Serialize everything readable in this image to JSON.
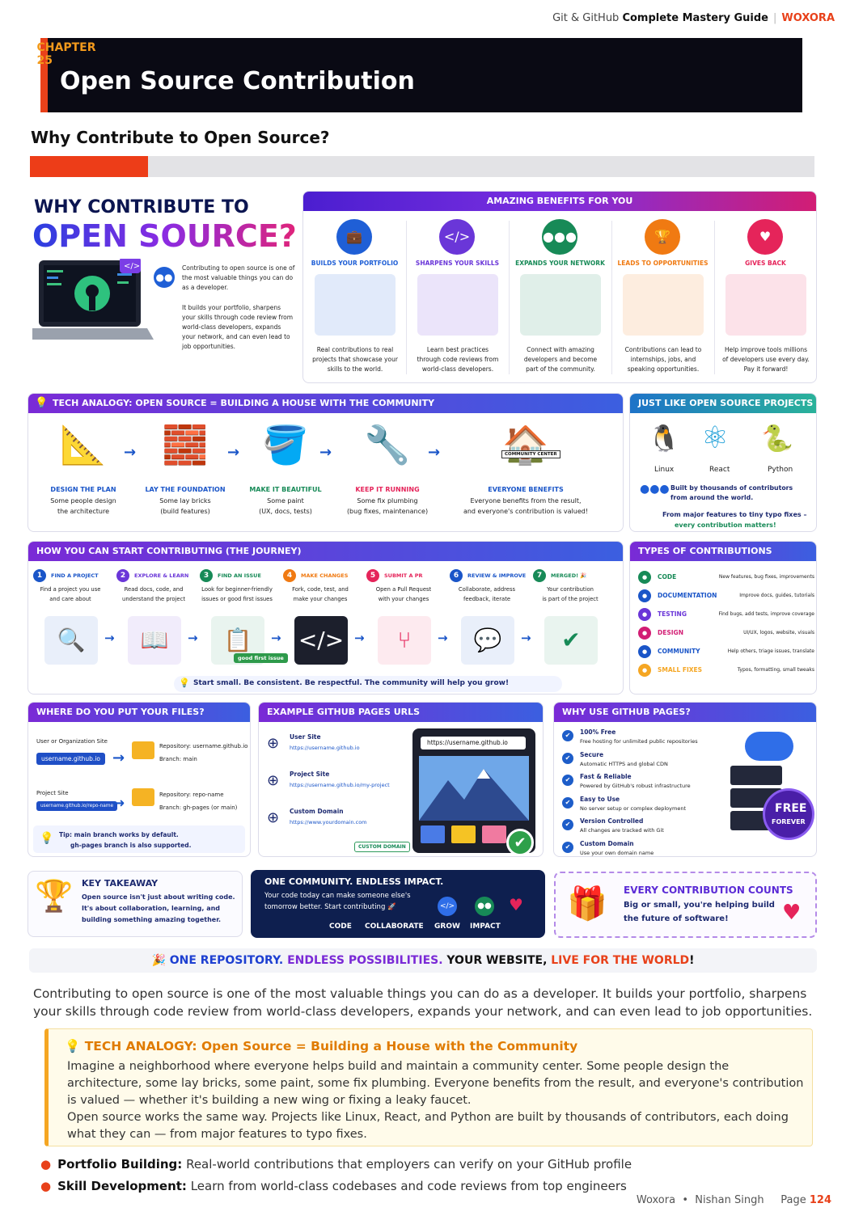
{
  "header": {
    "prefix": "Git & GitHub",
    "bold": "Complete Mastery Guide",
    "brand": "WOXORA"
  },
  "chapter": {
    "number": "CHAPTER 25",
    "title": "Open Source Contribution"
  },
  "section_title": "Why Contribute to Open Source?",
  "progress": 0.15,
  "hero": {
    "line1": "WHY CONTRIBUTE TO",
    "line2": "OPEN SOURCE?",
    "p1": "Contributing to open source is one of the most valuable things you can do as a developer.",
    "p2": "It builds your portfolio, sharpens your skills through code review from world-class developers, expands your network, and can even lead to job opportunities."
  },
  "benefits": {
    "title": "AMAZING BENEFITS FOR YOU",
    "items": [
      {
        "label": "BUILDS YOUR PORTFOLIO",
        "desc": "Real contributions to real projects that showcase your skills to the world.",
        "icon": "briefcase-icon",
        "color": "#1f5fd6"
      },
      {
        "label": "SHARPENS YOUR SKILLS",
        "desc": "Learn best practices through code reviews from world-class developers.",
        "icon": "code-icon",
        "color": "#6a36d8"
      },
      {
        "label": "EXPANDS YOUR NETWORK",
        "desc": "Connect with amazing developers and become part of the community.",
        "icon": "network-icon",
        "color": "#178a57"
      },
      {
        "label": "LEADS TO OPPORTUNITIES",
        "desc": "Contributions can lead to internships, jobs, and speaking opportunities.",
        "icon": "trophy-icon",
        "color": "#f07a12"
      },
      {
        "label": "GIVES BACK",
        "desc": "Help improve tools millions of developers use every day. Pay it forward!",
        "icon": "heart-icon",
        "color": "#e5245a"
      }
    ]
  },
  "analogy": {
    "title": "TECH ANALOGY: OPEN SOURCE = BUILDING A HOUSE WITH THE COMMUNITY",
    "steps": [
      {
        "label": "DESIGN THE PLAN",
        "l1": "Some people design",
        "l2": "the architecture",
        "color": "#1a55c8"
      },
      {
        "label": "LAY THE FOUNDATION",
        "l1": "Some lay bricks",
        "l2": "(build features)",
        "color": "#1a55c8"
      },
      {
        "label": "MAKE IT BEAUTIFUL",
        "l1": "Some paint",
        "l2": "(UX, docs, tests)",
        "color": "#178a57"
      },
      {
        "label": "KEEP IT RUNNING",
        "l1": "Some fix plumbing",
        "l2": "(bug fixes, maintenance)",
        "color": "#e5245a"
      },
      {
        "label": "EVERYONE BENEFITS",
        "l1": "Everyone benefits from the result,",
        "l2": "and everyone's contribution is valued!",
        "color": "#1a55c8"
      }
    ],
    "house_sign": "COMMUNITY CENTER"
  },
  "projects": {
    "title": "JUST LIKE OPEN SOURCE PROJECTS",
    "items": [
      "Linux",
      "React",
      "Python"
    ],
    "built": "Built by thousands of contributors from around the world.",
    "note1": "From major features to tiny typo fixes –",
    "note2": "every contribution matters!"
  },
  "journey": {
    "title": "HOW YOU CAN START CONTRIBUTING (THE JOURNEY)",
    "steps": [
      {
        "n": "1",
        "label": "FIND A PROJECT",
        "l1": "Find a project you use",
        "l2": "and care about",
        "color": "#1a55c8"
      },
      {
        "n": "2",
        "label": "EXPLORE & LEARN",
        "l1": "Read docs, code, and",
        "l2": "understand the project",
        "color": "#6a36d8"
      },
      {
        "n": "3",
        "label": "FIND AN ISSUE",
        "l1": "Look for beginner-friendly",
        "l2": "issues or good first issues",
        "color": "#178a57"
      },
      {
        "n": "4",
        "label": "MAKE CHANGES",
        "l1": "Fork, code, test, and",
        "l2": "make your changes",
        "color": "#f07a12"
      },
      {
        "n": "5",
        "label": "SUBMIT A PR",
        "l1": "Open a Pull Request",
        "l2": "with your changes",
        "color": "#e5245a"
      },
      {
        "n": "6",
        "label": "REVIEW & IMPROVE",
        "l1": "Collaborate, address",
        "l2": "feedback, iterate",
        "color": "#1a55c8"
      },
      {
        "n": "7",
        "label": "MERGED! 🎉",
        "l1": "Your contribution",
        "l2": "is part of the project",
        "color": "#178a57"
      }
    ],
    "issue_tag": "good first issue",
    "tip": "Start small. Be consistent. Be respectful. The community will help you grow!"
  },
  "types": {
    "title": "TYPES OF CONTRIBUTIONS",
    "items": [
      {
        "name": "CODE",
        "desc": "New features, bug fixes, improvements",
        "color": "#178a57"
      },
      {
        "name": "DOCUMENTATION",
        "desc": "Improve docs, guides, tutorials",
        "color": "#1a55c8"
      },
      {
        "name": "TESTING",
        "desc": "Find bugs, add tests, improve coverage",
        "color": "#6a36d8"
      },
      {
        "name": "DESIGN",
        "desc": "UI/UX, logos, website, visuals",
        "color": "#d21d74"
      },
      {
        "name": "COMMUNITY",
        "desc": "Help others, triage issues, translate",
        "color": "#1a55c8"
      },
      {
        "name": "SMALL FIXES",
        "desc": "Typos, formatting, small tweaks",
        "color": "#f5a623"
      }
    ]
  },
  "files": {
    "title": "WHERE DO YOU PUT YOUR FILES?",
    "user_site": "User or Organization Site",
    "user_badge": "username.github.io",
    "user_repo": "Repository: username.github.io",
    "user_branch": "Branch:  main",
    "project_site": "Project Site",
    "project_badge": "username.github.io/repo-name",
    "project_repo": "Repository: repo-name",
    "project_branch": "Branch:  gh-pages (or main)",
    "tip1": "Tip: main branch works by default.",
    "tip2": "gh-pages branch is also supported."
  },
  "urls": {
    "title": "EXAMPLE GITHUB PAGES URLS",
    "items": [
      {
        "name": "User Site",
        "url": "https://username.github.io"
      },
      {
        "name": "Project Site",
        "url": "https://username.github.io/my-project"
      },
      {
        "name": "Custom Domain",
        "url": "https://www.yourdomain.com"
      }
    ],
    "badge": "CUSTOM DOMAIN",
    "browser_url": "https://username.github.io"
  },
  "why": {
    "title": "WHY USE GITHUB PAGES?",
    "items": [
      {
        "name": "100% Free",
        "desc": "Free hosting for unlimited public repositories"
      },
      {
        "name": "Secure",
        "desc": "Automatic HTTPS and global CDN"
      },
      {
        "name": "Fast & Reliable",
        "desc": "Powered by GitHub's robust infrastructure"
      },
      {
        "name": "Easy to Use",
        "desc": "No server setup or complex deployment"
      },
      {
        "name": "Version Controlled",
        "desc": "All changes are tracked with Git"
      },
      {
        "name": "Custom Domain",
        "desc": "Use your own domain name"
      }
    ],
    "badge1": "FREE",
    "badge2": "FOREVER"
  },
  "takeaway": {
    "title": "KEY TAKEAWAY",
    "l1": "Open source isn't just about writing code.",
    "l2": "It's about collaboration, learning, and",
    "l3": "building something amazing together."
  },
  "community": {
    "title": "ONE COMMUNITY. ENDLESS IMPACT.",
    "l1": "Your code today can make someone else's",
    "l2": "tomorrow better. Start contributing 🚀",
    "labels": [
      "CODE",
      "COLLABORATE",
      "GROW",
      "IMPACT"
    ]
  },
  "every": {
    "title": "EVERY CONTRIBUTION COUNTS",
    "l1": "Big or small, you're helping build",
    "l2": "the future of software!"
  },
  "banner": {
    "a": "ONE REPOSITORY.",
    "b": "ENDLESS POSSIBILITIES.",
    "c": "YOUR WEBSITE,",
    "d": "LIVE FOR THE WORLD",
    "e": "!"
  },
  "body": {
    "intro": "Contributing to open source is one of the most valuable things you can do as a developer. It builds your portfolio, sharpens your skills through code review from world-class developers, expands your network, and can even lead to job opportunities.",
    "callout_title": "TECH ANALOGY: Open Source = Building a House with the Community",
    "callout_p1": "Imagine a neighborhood where everyone helps build and maintain a community center. Some people design the architecture, some lay bricks, some paint, some fix plumbing. Everyone benefits from the result, and everyone's contribution is valued — whether it's building a new wing or fixing a leaky faucet.",
    "callout_p2": "Open source works the same way. Projects like Linux, React, and Python are built by thousands of contributors, each doing what they can — from major features to typo fixes.",
    "bullets": [
      {
        "b": "Portfolio Building:",
        "t": "Real-world contributions that employers can verify on your GitHub profile"
      },
      {
        "b": "Skill Development:",
        "t": "Learn from world-class codebases and code reviews from top engineers"
      }
    ]
  },
  "footer": {
    "brand": "Woxora",
    "author": "Nishan Singh",
    "page_label": "Page",
    "page": "124"
  }
}
